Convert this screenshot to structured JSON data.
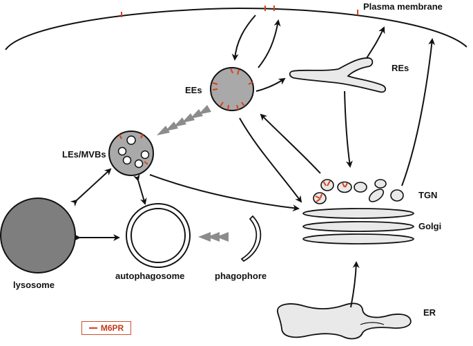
{
  "labels": {
    "plasma_membrane": "Plasma membrane",
    "ees": "EEs",
    "res": "REs",
    "les_mvbs": "LEs/MVBs",
    "tgn": "TGN",
    "golgi": "Golgi",
    "lysosome": "lysosome",
    "autophagosome": "autophagosome",
    "phagophore": "phagophore",
    "er": "ER"
  },
  "legend": {
    "label": "M6PR"
  },
  "colors": {
    "organelle_gray": "#a9a9a9",
    "lysosome_gray": "#7e7e7e",
    "membrane_light": "#e9e9e9",
    "m6pr": "#d9401b",
    "dashed_arrow": "#8c8c8c"
  }
}
